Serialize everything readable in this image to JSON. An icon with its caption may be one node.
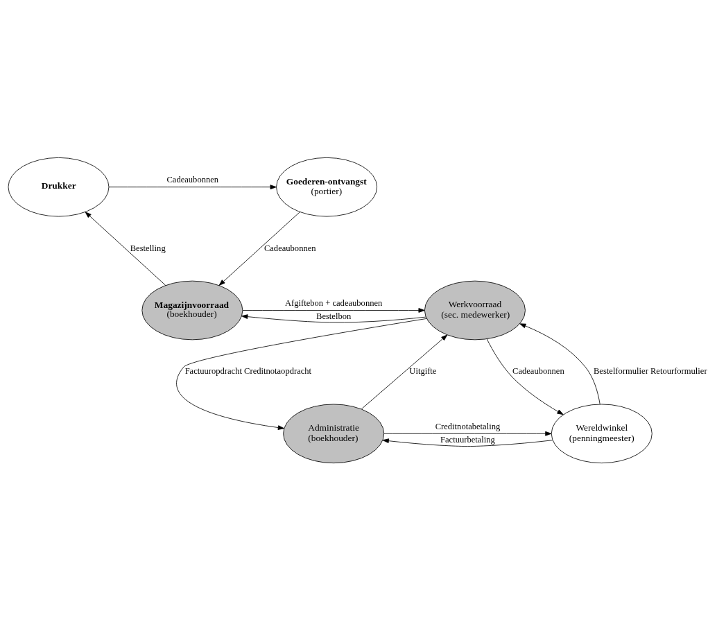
{
  "diagram": {
    "nodes": [
      {
        "text": [
          "Goederen-ontvangst",
          "(portier)"
        ]
      },
      {
        "text": [
          "Drukker"
        ]
      },
      {
        "text": [
          "Magazijnvoorraad",
          "(boekhouder)"
        ]
      },
      {
        "text": [
          "Werkvoorraad",
          "(sec. medewerker)"
        ]
      },
      {
        "text": [
          "Administratie",
          "(boekhouder)"
        ]
      },
      {
        "text": [
          "Wereldwinkel",
          "(penningmeester)"
        ]
      }
    ],
    "edges": [
      {
        "from": 1,
        "to": 0,
        "arrow": "to",
        "label": "Cadeaubonnen"
      },
      {
        "from": 0,
        "to": 2,
        "arrow": "to",
        "label": "Cadeaubonnen"
      },
      {
        "from": 2,
        "to": 1,
        "arrow": "to",
        "label": "Bestelling"
      },
      {
        "from": 3,
        "to": 2,
        "arrow": "to",
        "label": "Bestelbon"
      },
      {
        "from": 2,
        "to": 3,
        "arrow": "to",
        "label": "Afgiftebon + cadeaubonnen"
      },
      {
        "from": 3,
        "to": 4,
        "arrow": "to",
        "label": "Factuuropdracht Creditnotaopdracht"
      },
      {
        "from": 4,
        "to": 3,
        "arrow": "to",
        "label": "Uitgifte"
      },
      {
        "from": 5,
        "to": 3,
        "arrow": "to",
        "label": "Bestelformulier Retourformulier"
      },
      {
        "from": 3,
        "to": 5,
        "arrow": "to",
        "label": "Cadeaubonnen"
      },
      {
        "from": 5,
        "to": 4,
        "arrow": "to",
        "label": "Factuurbetaling"
      },
      {
        "from": 4,
        "to": 5,
        "arrow": "to",
        "label": "Creditnotabetaling"
      }
    ]
  }
}
